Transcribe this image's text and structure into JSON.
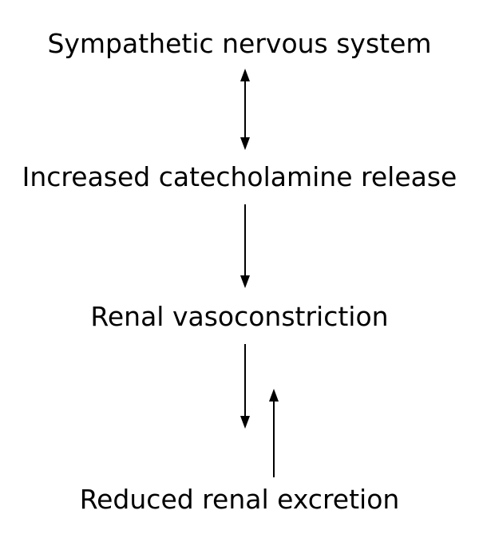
{
  "nodes": {
    "sympathetic": "Sympathetic nervous system",
    "catecholamine": "Increased catecholamine release",
    "vasoconstriction": "Renal vasoconstriction",
    "excretion": "Reduced renal excretion"
  },
  "edges": [
    {
      "from": "sympathetic",
      "to": "catecholamine",
      "direction": "bidirectional"
    },
    {
      "from": "catecholamine",
      "to": "vasoconstriction",
      "direction": "down"
    },
    {
      "from": "vasoconstriction",
      "to": "excretion",
      "direction": "down"
    },
    {
      "from": "excretion",
      "to": "vasoconstriction",
      "direction": "up"
    }
  ],
  "colors": {
    "text": "#000000",
    "arrow": "#000000",
    "background": "#ffffff"
  }
}
